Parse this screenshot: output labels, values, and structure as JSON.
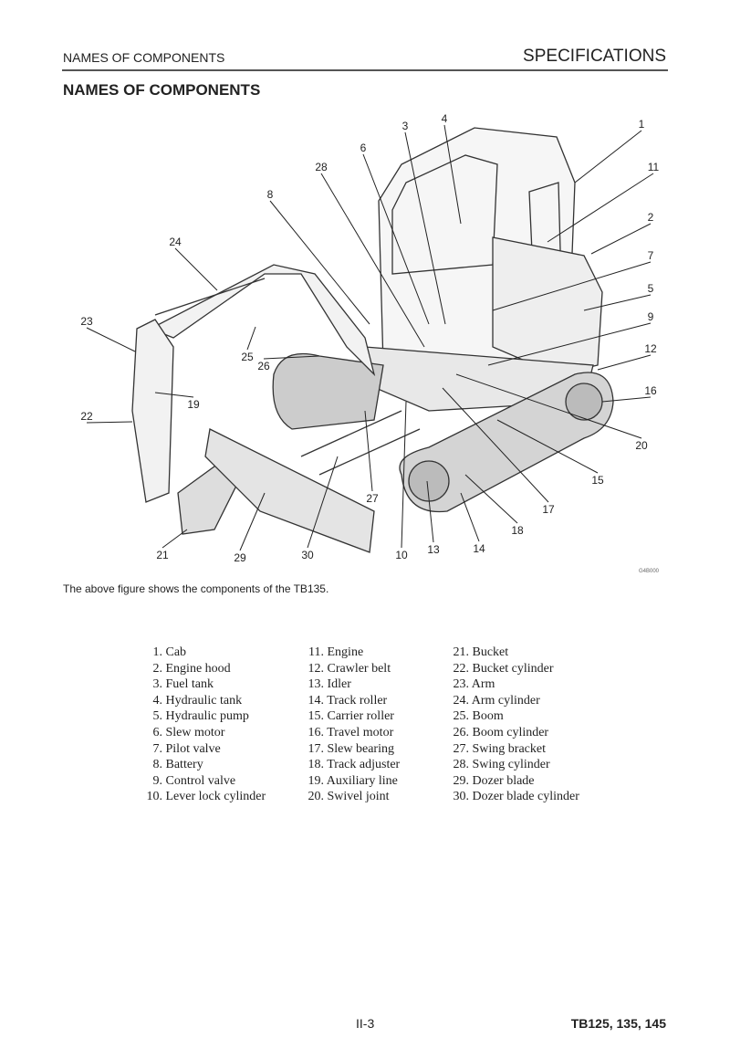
{
  "header": {
    "section": "NAMES OF COMPONENTS",
    "chapter": "SPECIFICATIONS"
  },
  "title": "NAMES OF COMPONENTS",
  "figure": {
    "code": "G4B000",
    "callouts": [
      "1",
      "2",
      "3",
      "4",
      "5",
      "6",
      "7",
      "8",
      "9",
      "10",
      "11",
      "12",
      "13",
      "14",
      "15",
      "16",
      "17",
      "18",
      "19",
      "20",
      "21",
      "22",
      "23",
      "24",
      "25",
      "26",
      "27",
      "28",
      "29",
      "30"
    ]
  },
  "caption": "The above figure shows the components of the TB135.",
  "components": [
    [
      "1.",
      "Cab"
    ],
    [
      "2.",
      "Engine hood"
    ],
    [
      "3.",
      "Fuel tank"
    ],
    [
      "4.",
      "Hydraulic tank"
    ],
    [
      "5.",
      "Hydraulic pump"
    ],
    [
      "6.",
      "Slew motor"
    ],
    [
      "7.",
      "Pilot valve"
    ],
    [
      "8.",
      "Battery"
    ],
    [
      "9.",
      "Control valve"
    ],
    [
      "10.",
      "Lever lock cylinder"
    ],
    [
      "11.",
      "Engine"
    ],
    [
      "12.",
      "Crawler belt"
    ],
    [
      "13.",
      "Idler"
    ],
    [
      "14.",
      "Track roller"
    ],
    [
      "15.",
      "Carrier roller"
    ],
    [
      "16.",
      "Travel motor"
    ],
    [
      "17.",
      "Slew bearing"
    ],
    [
      "18.",
      "Track adjuster"
    ],
    [
      "19.",
      "Auxiliary line"
    ],
    [
      "20.",
      "Swivel joint"
    ],
    [
      "21.",
      "Bucket"
    ],
    [
      "22.",
      "Bucket cylinder"
    ],
    [
      "23.",
      "Arm"
    ],
    [
      "24.",
      "Arm cylinder"
    ],
    [
      "25.",
      "Boom"
    ],
    [
      "26.",
      "Boom cylinder"
    ],
    [
      "27.",
      "Swing bracket"
    ],
    [
      "28.",
      "Swing cylinder"
    ],
    [
      "29.",
      "Dozer blade"
    ],
    [
      "30.",
      "Dozer blade cylinder"
    ]
  ],
  "footer": {
    "page": "II-3",
    "models": "TB125, 135, 145"
  }
}
